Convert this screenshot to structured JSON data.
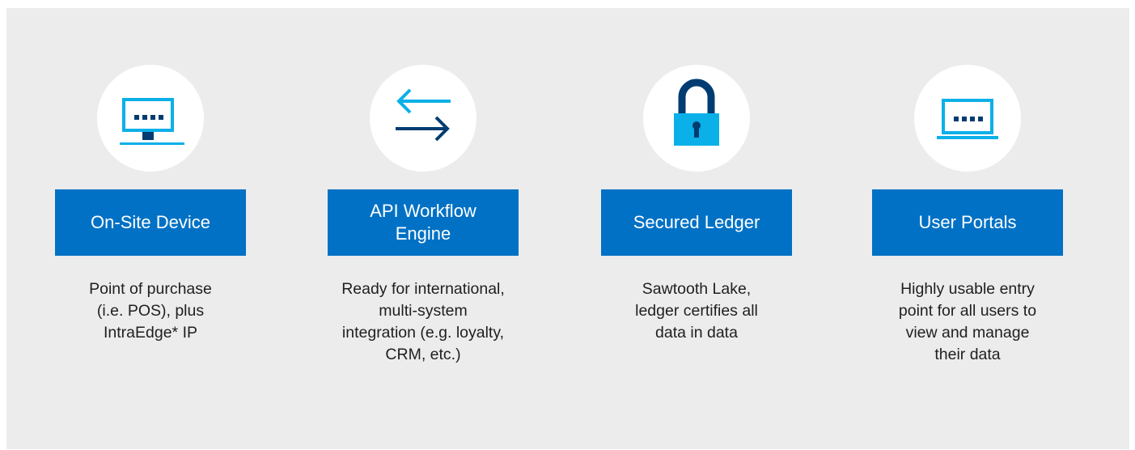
{
  "colors": {
    "panel_background": "#ececec",
    "circle_background": "#ffffff",
    "label_background": "#0071c5",
    "label_text": "#ffffff",
    "accent_light": "#0cb0e8",
    "accent_dark": "#003c71",
    "description_text": "#1f1f1f"
  },
  "items": [
    {
      "icon": "monitor-icon",
      "title": "On-Site Device",
      "description": "Point of purchase\n(i.e. POS), plus\nIntraEdge* IP"
    },
    {
      "icon": "arrows-exchange-icon",
      "title": "API Workflow\nEngine",
      "description": "Ready for international,\nmulti-system\nintegration (e.g. loyalty,\nCRM, etc.)"
    },
    {
      "icon": "lock-icon",
      "title": "Secured Ledger",
      "description": "Sawtooth Lake,\nledger certifies all\ndata in data"
    },
    {
      "icon": "laptop-icon",
      "title": "User Portals",
      "description": "Highly usable entry\npoint for all users to\nview and manage\ntheir data"
    }
  ]
}
